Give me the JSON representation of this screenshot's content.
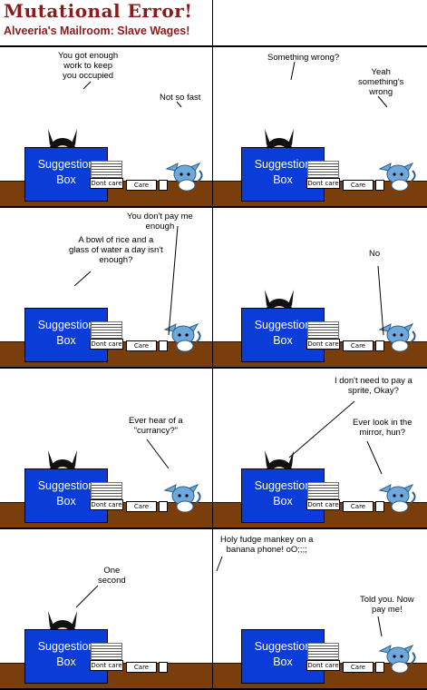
{
  "header": {
    "title": "Mutational Error!",
    "subtitle": "Alveeria's Mailroom: Slave Wages!"
  },
  "props": {
    "box_line1": "Suggestion",
    "box_line2": "Box",
    "dont_care": "Dont care",
    "care": "Care"
  },
  "panels": [
    {
      "lines": [
        "You got enough",
        "work to keep",
        "you occupied"
      ],
      "lines2": [
        "Not so fast"
      ]
    },
    {
      "lines": [
        "Something wrong?"
      ],
      "lines2": [
        "Yeah",
        "something's",
        "wrong"
      ]
    },
    {
      "lines": [
        "A bowl of rice and a",
        "glass of water a day isn't",
        "enough?"
      ],
      "lines2": [
        "You don't pay me",
        "enough"
      ]
    },
    {
      "lines": [],
      "lines2": [
        "No"
      ]
    },
    {
      "lines": [],
      "lines2": [
        "Ever hear of a",
        "\"currancy?\""
      ]
    },
    {
      "lines": [
        "I don't need to pay a",
        "sprite, Okay?"
      ],
      "lines2": [
        "Ever look in the",
        "mirror, hun?"
      ]
    },
    {
      "lines": [
        "One",
        "second"
      ],
      "lines2": []
    },
    {
      "lines": [
        "Holy fudge mankey on a",
        "banana phone! oO;;;;"
      ],
      "lines2": [
        "Told you. Now",
        "pay me!"
      ]
    }
  ],
  "colors": {
    "title": "#8b1a1a",
    "box": "#0a3cd8",
    "floor": "#7a3e0d",
    "cat": "#6fa8dc"
  }
}
